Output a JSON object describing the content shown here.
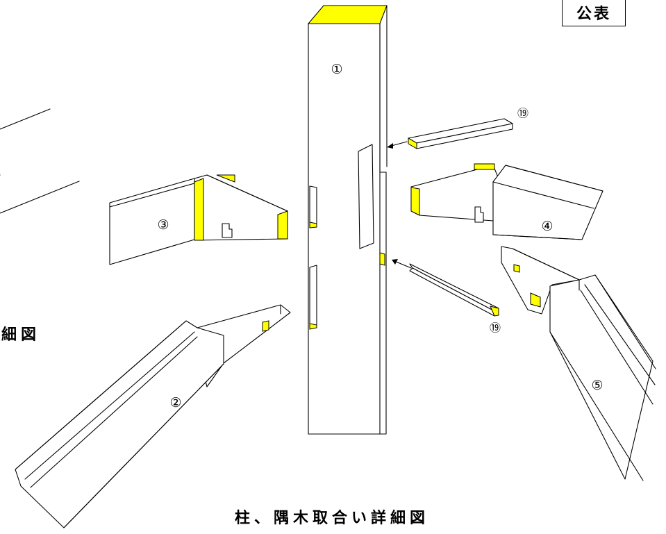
{
  "badge": "公表",
  "caption": "柱、隅木取合い詳細図",
  "side_caption": "細図",
  "side_mark": "。",
  "parts": {
    "p1": "①",
    "p2": "②",
    "p3": "③",
    "p4": "④",
    "p5": "⑤",
    "p19a": "⑲",
    "p19b": "⑲"
  },
  "colors": {
    "cut_face": "#ffff00",
    "line": "#000000",
    "background": "#ffffff"
  }
}
